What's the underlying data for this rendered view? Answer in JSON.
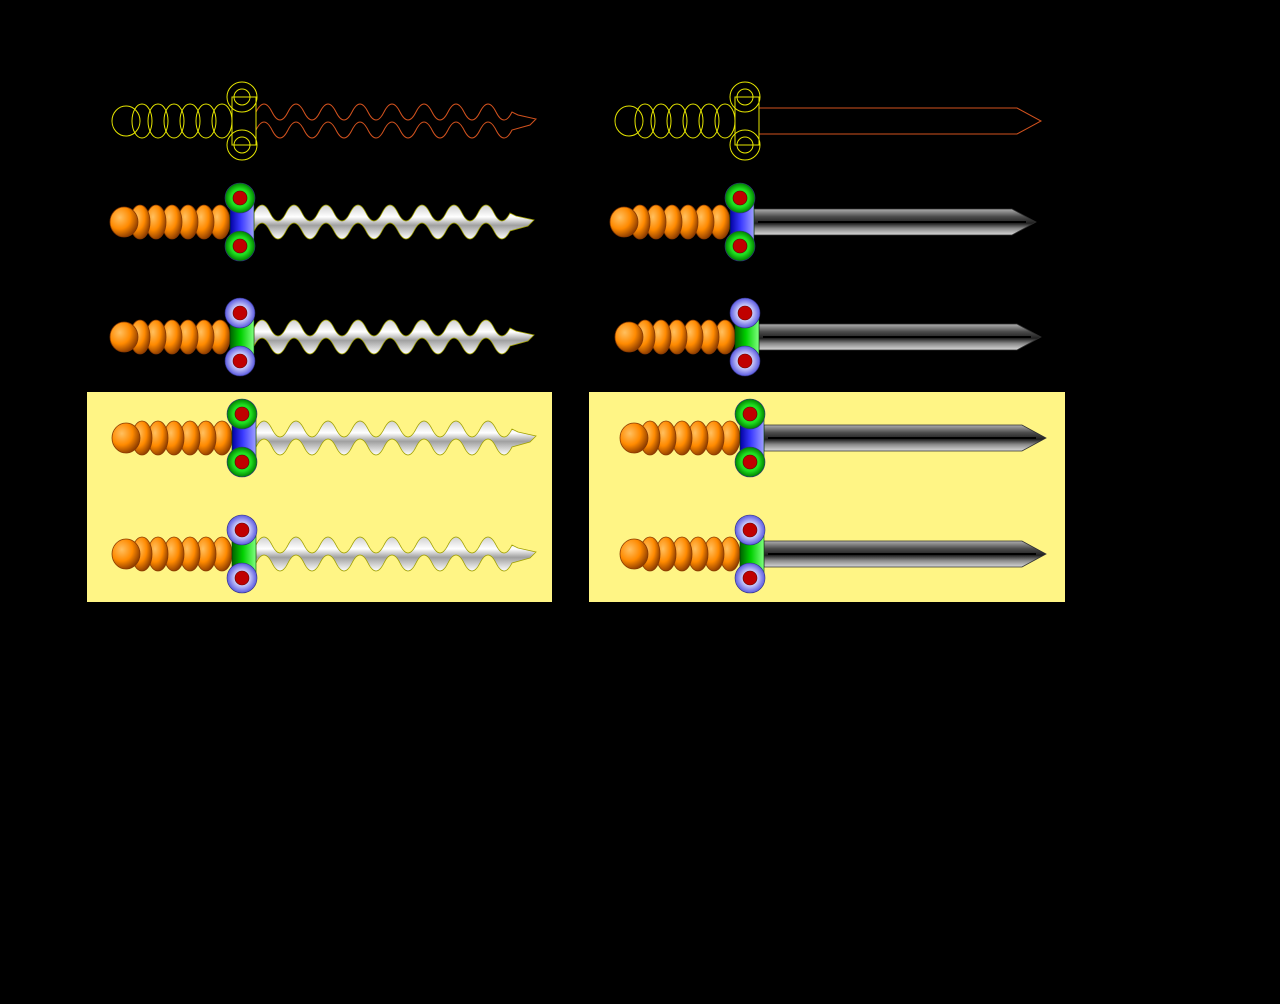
{
  "background_color": "#000000",
  "panel_color": "#fff585",
  "colors": {
    "outline_hilt": "#e6e600",
    "outline_blade": "#d2521e",
    "grip": "#ff8a00",
    "grip_dark": "#8a3a00",
    "guard_blue": "#2020ff",
    "guard_green": "#00d000",
    "ring_green": "#20e020",
    "ring_lavender": "#a0a0ff",
    "gem_red": "#c00000",
    "blade_light": "#ffffff",
    "blade_dark": "#6a6a6a"
  },
  "rows": [
    {
      "row": "outline",
      "on_panel": false
    },
    {
      "row": "blue-guard-green-rings",
      "on_panel": false
    },
    {
      "row": "green-guard-lavender-rings",
      "on_panel": false
    },
    {
      "row": "blue-guard-green-rings",
      "on_panel": true
    },
    {
      "row": "green-guard-lavender-rings",
      "on_panel": true
    }
  ],
  "columns": [
    {
      "blade": "serrated"
    },
    {
      "blade": "straight"
    }
  ]
}
